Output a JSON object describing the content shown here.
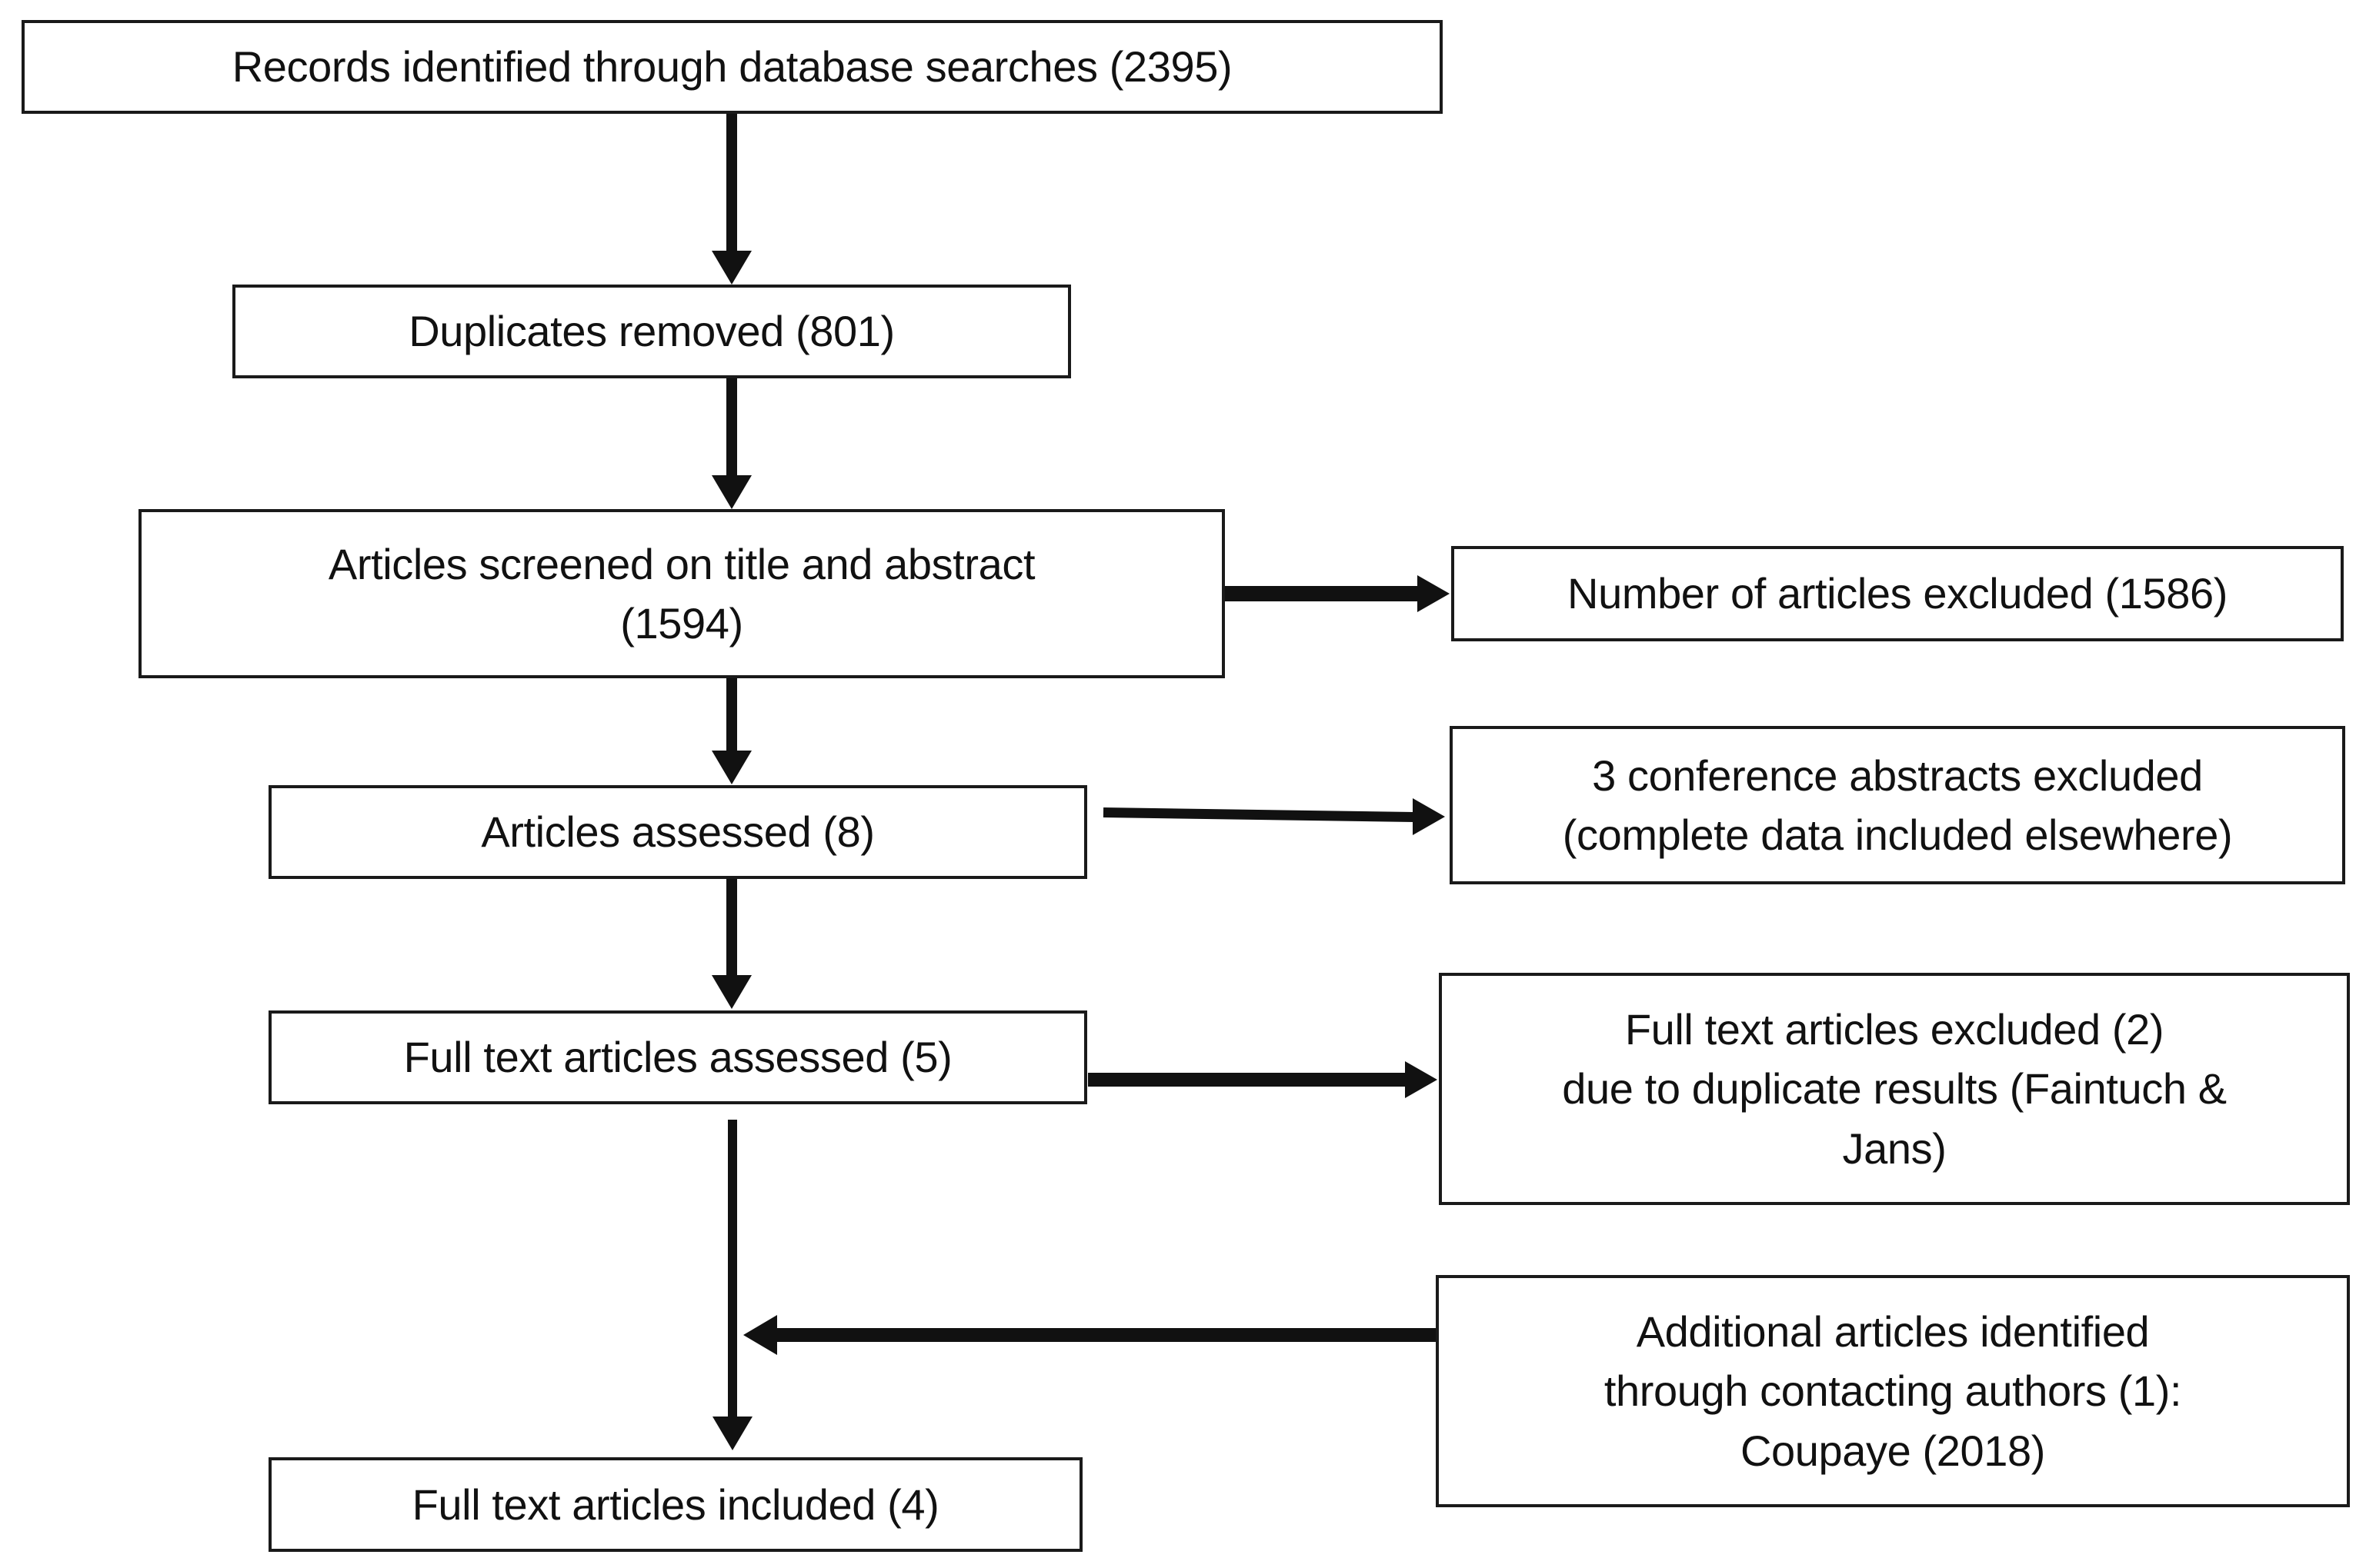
{
  "diagram": {
    "type": "prisma-flow-diagram",
    "title": "PRISMA study selection flow diagram",
    "background_color": "#ffffff",
    "line_color": "#111111",
    "box_border_color": "#1a1a1a",
    "box_fill_color": "#ffffff"
  },
  "nodes": {
    "records_identified": {
      "label": "Records identified through database searches (2395)",
      "count": 2395,
      "stage": "identification"
    },
    "duplicates_removed": {
      "label": "Duplicates removed (801)",
      "count": 801,
      "stage": "identification"
    },
    "articles_screened": {
      "label": "Articles screened on title and abstract\n(1594)",
      "count": 1594,
      "stage": "screening"
    },
    "articles_excluded": {
      "label": "Number of articles excluded (1586)",
      "count": 1586,
      "stage": "screening-exclusion"
    },
    "articles_assessed": {
      "label": "Articles assessed (8)",
      "count": 8,
      "stage": "eligibility"
    },
    "conference_abstracts_excluded": {
      "label": "3 conference abstracts excluded\n(complete data included elsewhere)",
      "count": 3,
      "stage": "eligibility-exclusion"
    },
    "fulltext_assessed": {
      "label": "Full text articles assessed (5)",
      "count": 5,
      "stage": "eligibility"
    },
    "fulltext_excluded": {
      "label": "Full text articles excluded (2)\ndue to duplicate results (Faintuch &\nJans)",
      "count": 2,
      "stage": "eligibility-exclusion"
    },
    "additional_articles": {
      "label": "Additional articles identified\nthrough contacting authors (1):\nCoupaye (2018)",
      "count": 1,
      "stage": "additional-identification"
    },
    "fulltext_included": {
      "label": "Full text articles included (4)",
      "count": 4,
      "stage": "included"
    }
  },
  "edges": [
    {
      "name": "records-to-duplicates",
      "from": "records_identified",
      "to": "duplicates_removed",
      "direction": "down"
    },
    {
      "name": "duplicates-to-screened",
      "from": "duplicates_removed",
      "to": "articles_screened",
      "direction": "down"
    },
    {
      "name": "screened-to-excluded",
      "from": "articles_screened",
      "to": "articles_excluded",
      "direction": "right"
    },
    {
      "name": "screened-to-assessed",
      "from": "articles_screened",
      "to": "articles_assessed",
      "direction": "down"
    },
    {
      "name": "assessed-to-conference-excluded",
      "from": "articles_assessed",
      "to": "conference_abstracts_excluded",
      "direction": "right"
    },
    {
      "name": "assessed-to-fulltext-assessed",
      "from": "articles_assessed",
      "to": "fulltext_assessed",
      "direction": "down"
    },
    {
      "name": "fulltext-assessed-to-excluded",
      "from": "fulltext_assessed",
      "to": "fulltext_excluded",
      "direction": "right"
    },
    {
      "name": "additional-to-spine",
      "from": "additional_articles",
      "to": "fulltext_included",
      "direction": "left"
    },
    {
      "name": "fulltext-assessed-to-included",
      "from": "fulltext_assessed",
      "to": "fulltext_included",
      "direction": "down"
    }
  ]
}
